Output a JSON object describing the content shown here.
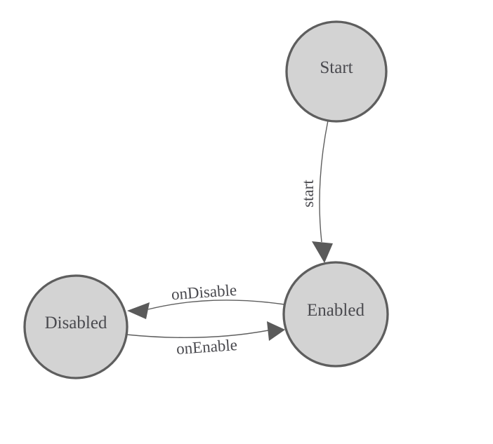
{
  "diagram": {
    "type": "state-machine",
    "colors": {
      "background": "#ffffff",
      "node_fill": "#d3d3d3",
      "node_stroke": "#5e5e5e",
      "edge": "#5e5e5e",
      "arrow": "#5a5a5a",
      "text": "#4a4a4f"
    },
    "nodes": [
      {
        "id": "start",
        "label": "Start"
      },
      {
        "id": "enabled",
        "label": "Enabled"
      },
      {
        "id": "disabled",
        "label": "Disabled"
      }
    ],
    "edges": [
      {
        "from": "Start",
        "to": "Enabled",
        "label": "start"
      },
      {
        "from": "Enabled",
        "to": "Disabled",
        "label": "onDisable"
      },
      {
        "from": "Disabled",
        "to": "Enabled",
        "label": "onEnable"
      }
    ]
  }
}
